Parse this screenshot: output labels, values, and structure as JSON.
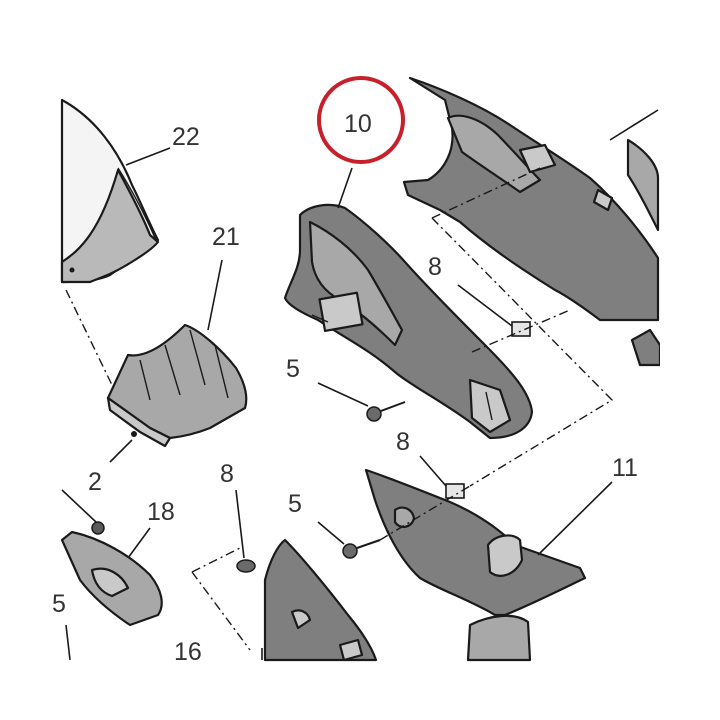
{
  "colors": {
    "highlight_ring": "#c8202a",
    "part_fill_dark": "#7f7f7f",
    "part_fill_mid": "#a8a8a8",
    "outline": "#1a1a1a",
    "label_text": "#333333"
  },
  "highlighted_part": "10",
  "labels": {
    "p22": "22",
    "p21": "21",
    "p10": "10",
    "p8a": "8",
    "p5a": "5",
    "p2": "2",
    "p8b": "8",
    "p11": "11",
    "p5b": "5",
    "p18": "18",
    "p8c": "8",
    "p16": "16",
    "p15_partial": "5"
  }
}
